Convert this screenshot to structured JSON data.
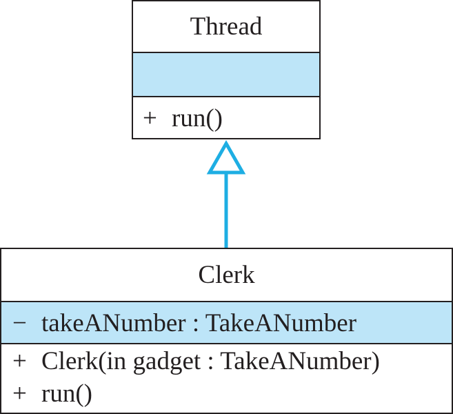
{
  "diagram": {
    "classes": [
      {
        "id": "thread",
        "name": "Thread",
        "attributes": [],
        "operations": [
          {
            "symbol": "+",
            "text": "run()"
          }
        ]
      },
      {
        "id": "clerk",
        "name": "Clerk",
        "attributes": [
          {
            "symbol": "−",
            "text": "takeANumber : TakeANumber"
          }
        ],
        "operations": [
          {
            "symbol": "+",
            "text": "Clerk(in gadget : TakeANumber)"
          },
          {
            "symbol": "+",
            "text": "run()"
          }
        ]
      }
    ],
    "relationship": {
      "type": "generalization",
      "from": "Clerk",
      "to": "Thread"
    },
    "colors": {
      "attribute_fill": "#bde5f8",
      "arrow": "#1eaee3",
      "line": "#231f20"
    }
  }
}
